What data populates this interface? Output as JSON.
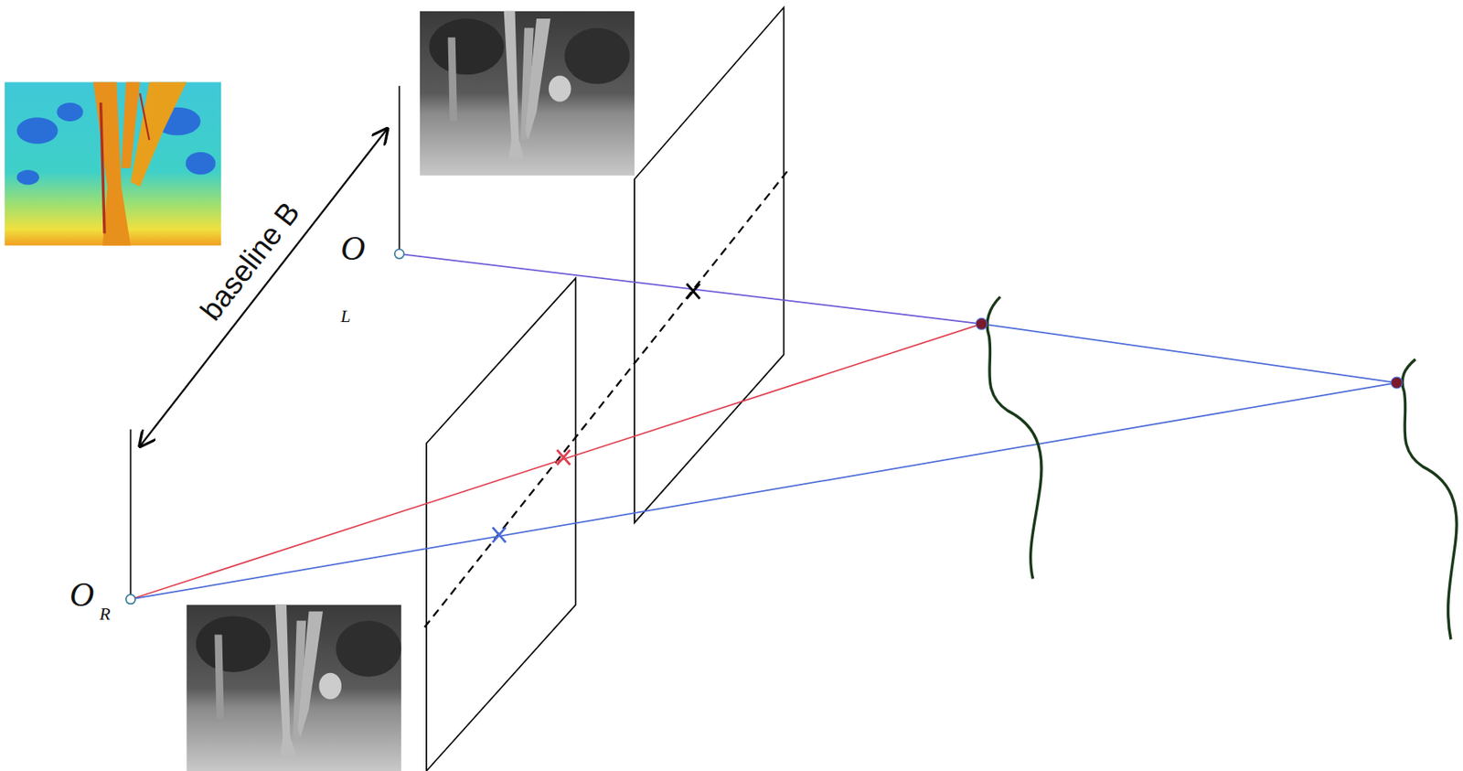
{
  "diagram": {
    "labels": [
      "baseline B",
      "O",
      "L",
      "O",
      "R"
    ]
  }
}
